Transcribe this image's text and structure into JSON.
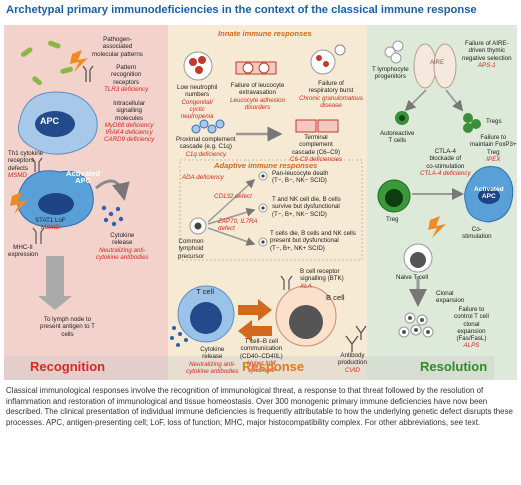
{
  "title": "Archetypal primary immunodeficiencies in the context of the classical immune response",
  "colors": {
    "recognition_bg": "#f3d2cc",
    "response_bg": "#f6ead4",
    "resolution_bg": "#dde9d9",
    "deficiency": "#d62a1e",
    "header": "#1a5fa6",
    "section_heading": "#d2691e"
  },
  "recognition": {
    "heading": "Recognition",
    "pamp": [
      "Pathogen-",
      "associated",
      "molecular patterns"
    ],
    "prr": [
      "Pattern",
      "recognition",
      "receptors"
    ],
    "prr_def": "TLR3 deficiency",
    "intracell": [
      "Intracellular",
      "signalling",
      "molecules"
    ],
    "intracell_def": [
      "MyD88 deficiency",
      "IRAK4 deficiency",
      "CARD9 deficiency"
    ],
    "apc": "APC",
    "th1": [
      "Th1 cytokine",
      "receptors",
      "defects"
    ],
    "th1_def": "MSMD",
    "activated_apc": [
      "Activated",
      "APC"
    ],
    "stat1": "STAT1 LoF",
    "stat1_def": "MSMD",
    "mhc": [
      "MHC-II",
      "expression"
    ],
    "cytokine": [
      "Cytokine",
      "release"
    ],
    "cytokine_def": [
      "Neutralizing anti-",
      "cytokine antibodies"
    ],
    "lymph": [
      "To lymph node to",
      "present antigen to T",
      "cells"
    ]
  },
  "response": {
    "heading": "Response",
    "innate_title": "Innate immune responses",
    "neutro": [
      "Low neutrophil",
      "numbers"
    ],
    "neutro_def": [
      "Congenital/",
      "cyclic",
      "neutropenia"
    ],
    "extrav": [
      "Failure of leucocyte",
      "extravasation"
    ],
    "extrav_def": [
      "Leucocyte adhesion",
      "disorders"
    ],
    "burst": [
      "Failure of",
      "respiratory burst"
    ],
    "burst_def": [
      "Chronic granulomatous",
      "disease"
    ],
    "proximal": [
      "Proximal complement",
      "cascade (e.g. C1q)"
    ],
    "proximal_def": "C1q deficiency",
    "terminal": [
      "Terminal",
      "complement",
      "cascade (C6–C9)"
    ],
    "terminal_def": "C6-C9 deficiencies",
    "adaptive_title": "Adaptive immune responses",
    "ada": "ADA deficiency",
    "pan": [
      "Pan-leucocyte death",
      "(T−, B−, NK− SCID)"
    ],
    "cd132": "CD132 defect",
    "tnk": [
      "T and NK cell die, B cells",
      "survive but dysfunctional",
      "(T−, B+, NK− SCID)"
    ],
    "zap": [
      "ZAP70, IL7RA",
      "defect"
    ],
    "clp": [
      "Common",
      "lymphoid",
      "precursor"
    ],
    "tbnk": [
      "T cells die, B cells and NK cells",
      "present but dysfunctional",
      "(T−, B+, NK+ SCID)"
    ],
    "bcr": [
      "B cell receptor",
      "signalling (BTK)"
    ],
    "bcr_def": "XLA",
    "tcell": "T cell",
    "bcell": "B cell",
    "tb_comm": [
      "T cell–B cell",
      "communication",
      "(CD40–CD40L)"
    ],
    "tb_def": [
      "Hyper IgM",
      "syndrome"
    ],
    "cyt2": [
      "Cytokine",
      "release"
    ],
    "cyt2_def": [
      "Neutralizing anti-",
      "cytokine antibodies"
    ],
    "ab": [
      "Antibody",
      "production"
    ],
    "ab_def": "CVID"
  },
  "resolution": {
    "heading": "Resolution",
    "progenitors": [
      "T lymphocyte",
      "progenitors"
    ],
    "aire": "AIRE",
    "aire_fail": [
      "Failure of AIRE-",
      "driven thymic",
      "negative selection"
    ],
    "aire_def": "APS-1",
    "autoreactive": [
      "Autoreactive",
      "T cells"
    ],
    "tregs": "Tregs",
    "foxp3": [
      "Failure to",
      "maintain FoxP3+",
      "Treg"
    ],
    "foxp3_def": "IPEX",
    "ctla": [
      "CTLA-4",
      "blockade of",
      "co-stimulation"
    ],
    "ctla_def": "CTLA-4 deficiency",
    "treg": "Treg",
    "activated_apc": [
      "Activated",
      "APC"
    ],
    "costim": [
      "Co-",
      "stimulation"
    ],
    "naive": "Naive T cell",
    "clonal": [
      "Clonal",
      "expansion"
    ],
    "failure_ctrl": [
      "Failure to",
      "control T cell",
      "clonal",
      "expansion",
      "(Fas/FasL)"
    ],
    "alps": "ALPS"
  },
  "caption": "Classical immunological responses involve the recognition of immunological threat, a response to that threat followed by the resolution of inflammation and restoration of immunological and tissue homeostasis. Over 300 monogenic primary immune deficiencies have now been described. The clinical presentation of individual immune deficiencies is frequently attributable to how the underlying genetic defect disrupts these processes. APC, antigen-presenting cell; LoF, loss of function; MHC, major histocompatibility complex. For other abbreviations, see text."
}
